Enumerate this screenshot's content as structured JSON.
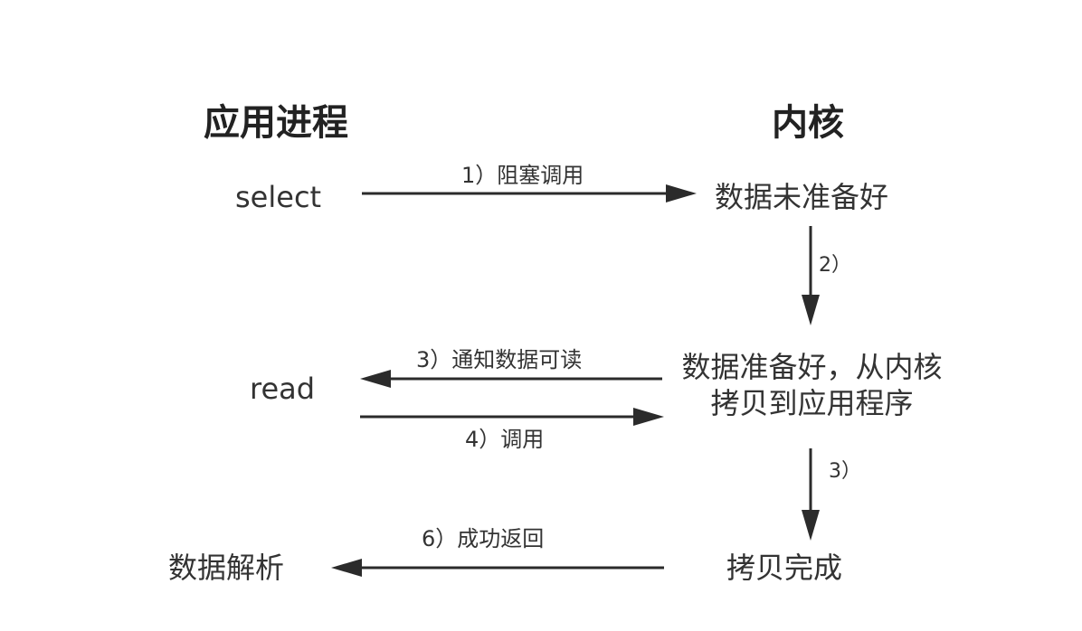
{
  "headings": {
    "left": "应用进程",
    "right": "内核"
  },
  "nodes": {
    "select": "select",
    "data_not_ready": "数据未准备好",
    "read": "read",
    "data_ready_line1": "数据准备好，从内核",
    "data_ready_line2": "拷贝到应用程序",
    "data_parse": "数据解析",
    "copy_done": "拷贝完成"
  },
  "edges": {
    "blocking_call": "1）阻塞调用",
    "step2": "2）",
    "notify_readable": "3）通知数据可读",
    "call": "4）调用",
    "step3": "3）",
    "success_return": "6）成功返回"
  },
  "colors": {
    "arrow": "#2b2b2b",
    "text": "#333333"
  }
}
